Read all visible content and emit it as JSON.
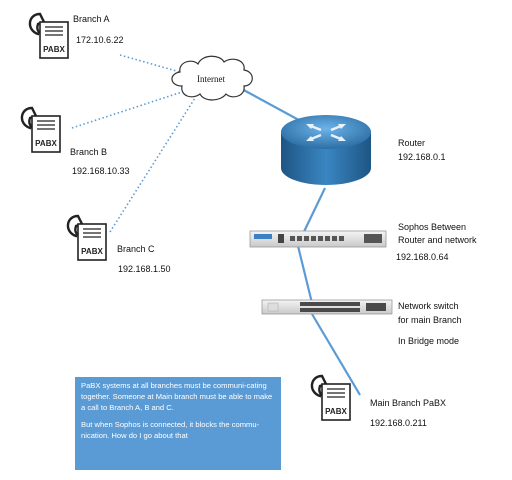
{
  "diagram": {
    "cloud": {
      "label": "Internet"
    },
    "branch_a": {
      "title": "Branch A",
      "ip": "172.10.6.22",
      "device": "PABX"
    },
    "branch_b": {
      "title": "Branch B",
      "ip": "192.168.10.33",
      "device": "PABX"
    },
    "branch_c": {
      "title": "Branch C",
      "ip": "192.168.1.50",
      "device": "PABX"
    },
    "router": {
      "title": "Router",
      "ip": "192.168.0.1"
    },
    "sophos": {
      "title_line1": "Sophos Between",
      "title_line2": "Router and network",
      "ip": "192.168.0.64"
    },
    "switch": {
      "title_line1": "Network switch",
      "title_line2": "for main Branch",
      "mode": "In Bridge mode"
    },
    "main_branch": {
      "title": "Main Branch PaBX",
      "ip": "192.168.0.211",
      "device": "PABX"
    },
    "note": {
      "paragraph1": "PaBX systems at all branches must be communi-cating together. Someone at Main branch must be able to make a call to Branch A, B and C.",
      "paragraph2": "But when Sophos is connected, it blocks the commu-nication. How do I go about that"
    },
    "colors": {
      "link": "#5b9bd5",
      "note_bg": "#5b9bd5",
      "router": "#2e74a8"
    }
  }
}
